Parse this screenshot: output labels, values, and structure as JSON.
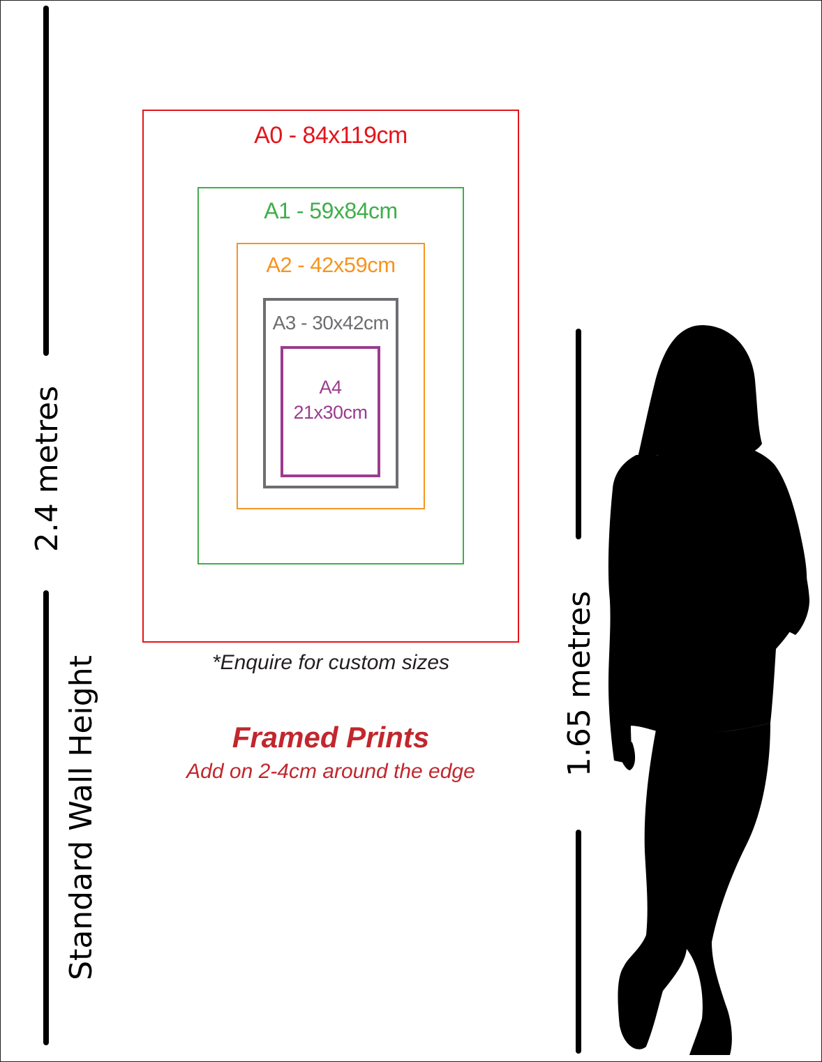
{
  "wall": {
    "label": "Standard Wall Height",
    "height_label": "2.4  metres"
  },
  "person": {
    "height_label": "1.65 metres",
    "icon": "woman-silhouette-icon"
  },
  "sizes": [
    {
      "label": "A0 - 84x119cm",
      "color": "#e3151b"
    },
    {
      "label": "A1 - 59x84cm",
      "color": "#3fae49"
    },
    {
      "label": "A2 - 42x59cm",
      "color": "#f7941d"
    },
    {
      "label": "A3 - 30x42cm",
      "color": "#6d6e71"
    },
    {
      "label_line1": "A4",
      "label_line2": "21x30cm",
      "color": "#9b3c8e"
    }
  ],
  "notes": {
    "custom": "*Enquire for custom sizes",
    "framed_title": "Framed Prints",
    "framed_sub": "Add on 2-4cm around the edge"
  },
  "colors": {
    "accent_red": "#c1272d",
    "text_dark": "#231f20"
  }
}
